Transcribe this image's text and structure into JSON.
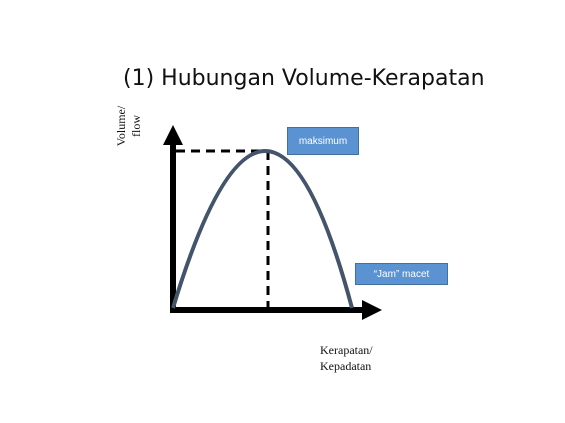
{
  "title": "(1) Hubungan Volume-Kerapatan",
  "y_axis_label": "Volume/\nflow",
  "x_axis_label": "Kerapatan/\nKepadatan",
  "callouts": {
    "maximum": "maksimum",
    "jam": "“Jam” macet"
  },
  "colors": {
    "curve": "#44546a",
    "axis": "#000000",
    "callout_fill": "#5b93d2",
    "callout_border": "#41719c"
  }
}
